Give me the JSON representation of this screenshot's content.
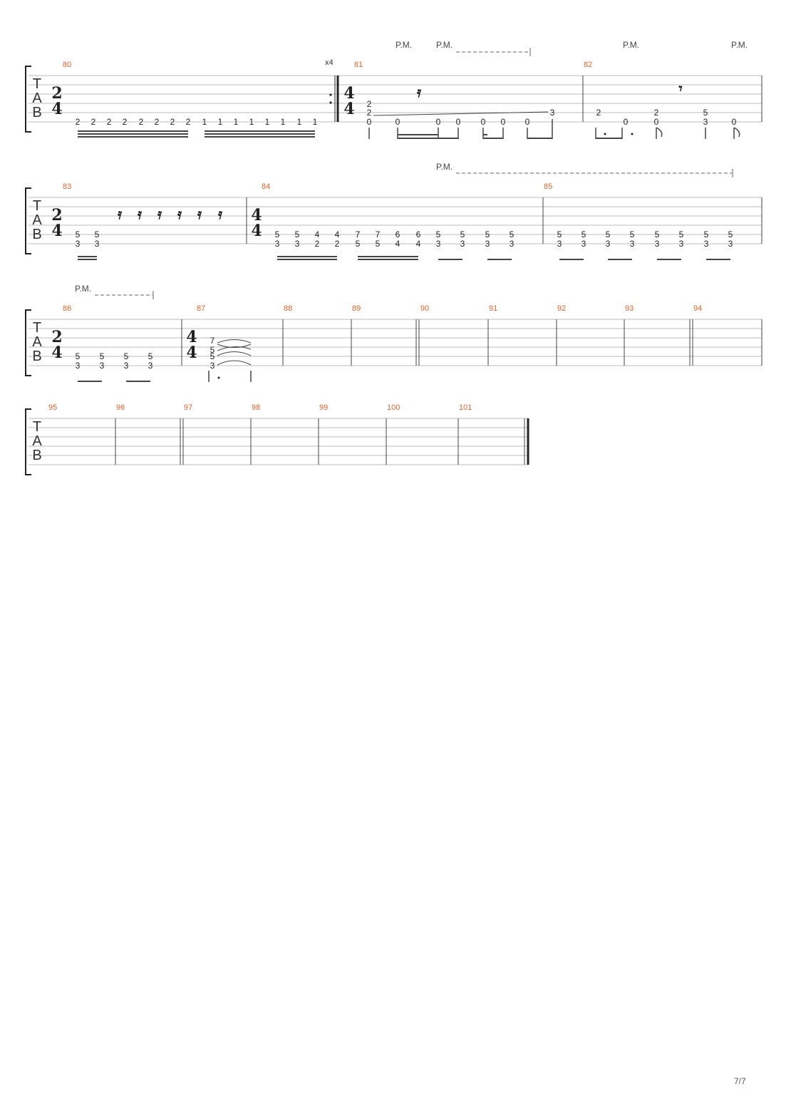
{
  "tab_clef": [
    "T",
    "A",
    "B"
  ],
  "page_number": "7/7",
  "repeat_count": "x4",
  "palm_mute": "P.M.",
  "measure_numbers": [
    "80",
    "81",
    "82",
    "83",
    "84",
    "85",
    "86",
    "87",
    "88",
    "89",
    "90",
    "91",
    "92",
    "93",
    "94",
    "95",
    "96",
    "97",
    "98",
    "99",
    "100",
    "101"
  ],
  "time_signatures": {
    "m80": [
      "2",
      "4"
    ],
    "m81": [
      "4",
      "4"
    ],
    "m83": [
      "2",
      "4"
    ],
    "m84": [
      "4",
      "4"
    ],
    "m86": [
      "2",
      "4"
    ],
    "m87": [
      "4",
      "4"
    ]
  },
  "notes": {
    "m80": [
      "2",
      "2",
      "2",
      "2",
      "2",
      "2",
      "2",
      "2",
      "1",
      "1",
      "1",
      "1",
      "1",
      "1",
      "1",
      "1"
    ],
    "m81": {
      "chord": [
        "2",
        "2",
        "0"
      ],
      "run": [
        "0",
        "0",
        "0",
        "0",
        "0",
        "0"
      ],
      "slide_to": "3"
    },
    "m82": [
      "2",
      "0",
      "2",
      "0",
      "5",
      "3",
      "0"
    ],
    "m83": [
      "5",
      "3",
      "5",
      "3"
    ],
    "m84": [
      "5",
      "3",
      "5",
      "3",
      "4",
      "2",
      "4",
      "2",
      "7",
      "5",
      "7",
      "5",
      "6",
      "4",
      "6",
      "4",
      "5",
      "3",
      "5",
      "3",
      "5",
      "3",
      "5",
      "3"
    ],
    "m85": [
      "5",
      "3",
      "5",
      "3",
      "5",
      "3",
      "5",
      "3",
      "5",
      "3",
      "5",
      "3",
      "5",
      "3",
      "5",
      "3"
    ],
    "m86": [
      "5",
      "3",
      "5",
      "3",
      "5",
      "3",
      "5",
      "3"
    ],
    "m87": [
      "7",
      "5",
      "5",
      "3"
    ]
  }
}
